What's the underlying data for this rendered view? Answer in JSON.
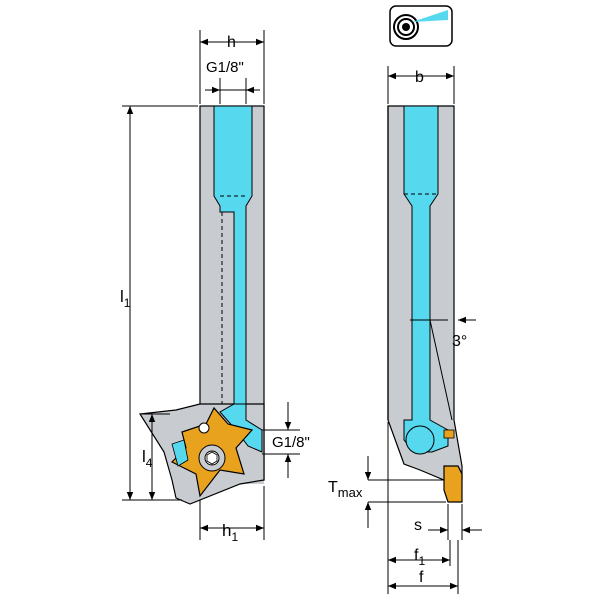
{
  "dimensions": {
    "h": "h",
    "g_top": "G1/8\"",
    "l1_main": "l",
    "l1_sub": "1",
    "l4_main": "l",
    "l4_sub": "4",
    "h1_main": "h",
    "h1_sub": "1",
    "g_side": "G1/8\"",
    "b": "b",
    "angle": "3°",
    "tmax_main": "T",
    "tmax_sub": "max",
    "s": "s",
    "f1_main": "f",
    "f1_sub": "1",
    "f": "f"
  },
  "icons": {
    "coolant": "coolant-spray-icon"
  },
  "colors": {
    "holder": "#c8ccd0",
    "coolant": "#56d8ef",
    "insert": "#e8a21e",
    "line": "#000000"
  }
}
